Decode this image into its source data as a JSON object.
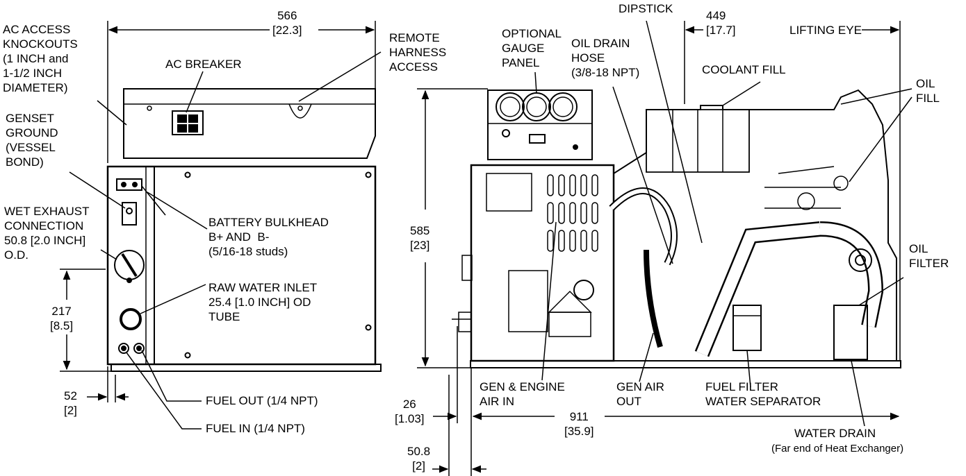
{
  "labels": {
    "ac_access_knockouts": "AC ACCESS\nKNOCKOUTS\n(1 INCH and\n1-1/2 INCH\nDIAMETER)",
    "ac_breaker": "AC BREAKER",
    "genset_ground": "GENSET\nGROUND\n(VESSEL\nBOND)",
    "wet_exhaust": "WET EXHAUST\nCONNECTION\n50.8 [2.0 INCH]\nO.D.",
    "battery_bulkhead": "BATTERY BULKHEAD\nB+ AND  B-\n(5/16-18 studs)",
    "raw_water_inlet": "RAW WATER INLET\n25.4 [1.0 INCH] OD\nTUBE",
    "fuel_out": "FUEL OUT (1/4 NPT)",
    "fuel_in": "FUEL IN (1/4 NPT)",
    "remote_harness": "REMOTE\nHARNESS\nACCESS",
    "optional_gauge": "OPTIONAL\nGAUGE\nPANEL",
    "oil_drain_hose": "OIL DRAIN\nHOSE\n(3/8-18 NPT)",
    "dipstick": "DIPSTICK",
    "coolant_fill": "COOLANT FILL",
    "lifting_eye": "LIFTING EYE",
    "oil_fill": "OIL\nFILL",
    "oil_filter": "OIL\nFILTER",
    "gen_engine_air_in": "GEN & ENGINE\nAIR IN",
    "gen_air_out": "GEN AIR\nOUT",
    "fuel_filter": "FUEL FILTER\nWATER SEPARATOR",
    "water_drain": "WATER DRAIN",
    "water_drain_note": "(Far end of Heat Exchanger)"
  },
  "dimensions": {
    "width_top": "566\n[22.3]",
    "lift_eye": "449\n[17.7]",
    "height_585": "585\n[23]",
    "height_217": "217\n[8.5]",
    "offset_52": "52\n[2]",
    "offset_26": "26\n[1.03]",
    "length_911": "911\n[35.9]",
    "offset_508": "50.8\n[2]"
  }
}
